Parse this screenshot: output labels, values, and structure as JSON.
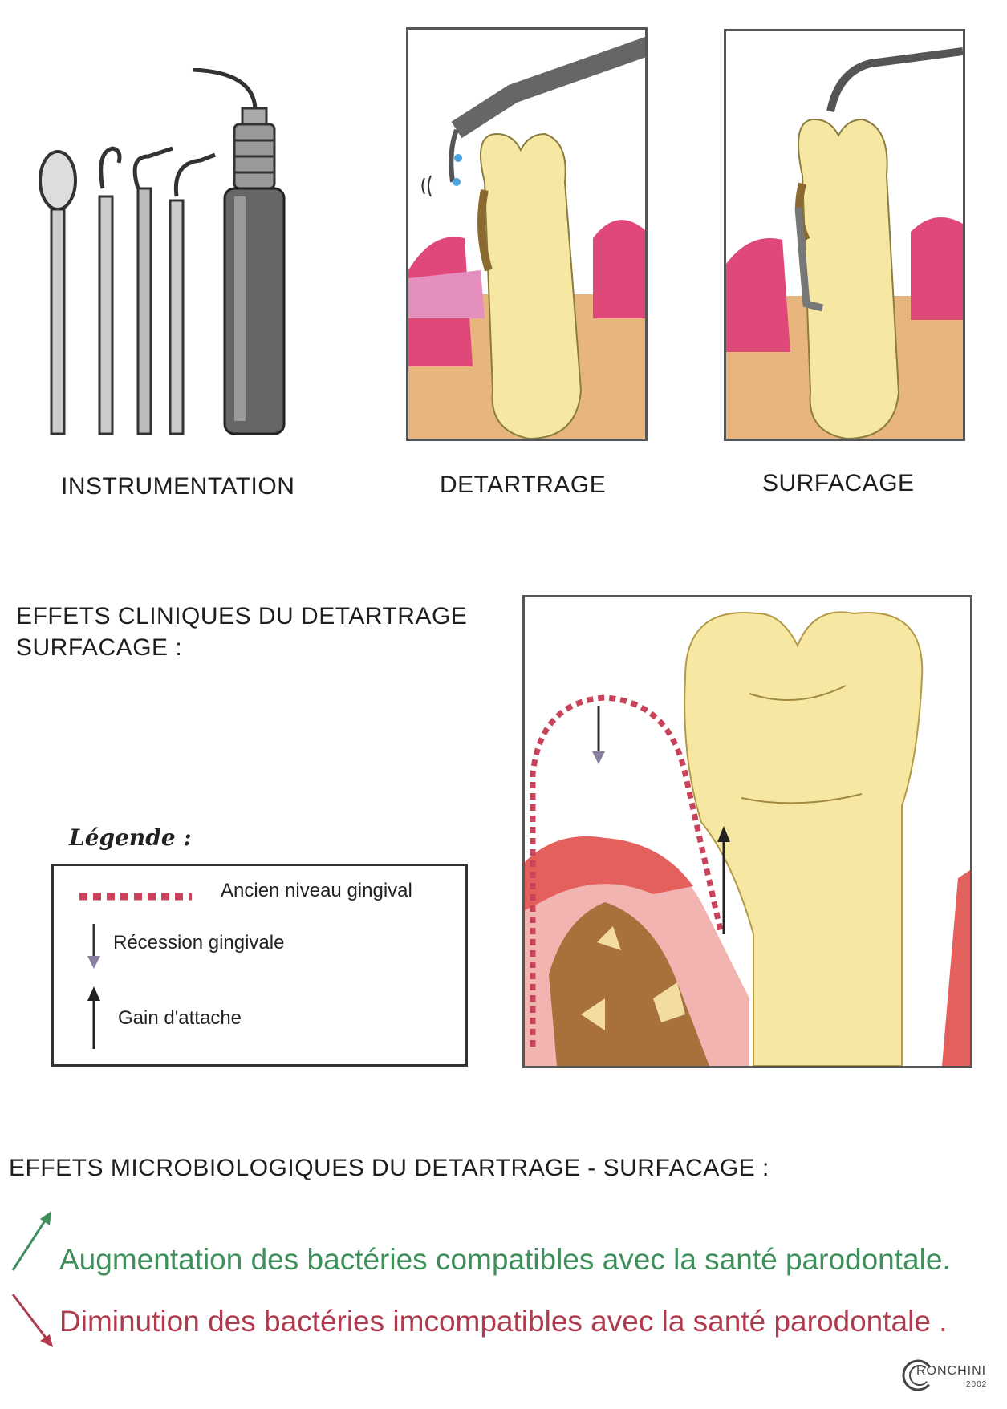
{
  "panels": {
    "instrumentation": "INSTRUMENTATION",
    "detartrage": "DETARTRAGE",
    "surfacage": "SURFACAGE"
  },
  "clinical": {
    "title_line1": "EFFETS CLINIQUES DU DETARTRAGE",
    "title_line2": "SURFACAGE :"
  },
  "legend": {
    "title": "Légende :",
    "items": [
      {
        "label": "Ancien niveau gingival",
        "icon": "dotted-line-icon"
      },
      {
        "label": "Récession gingivale",
        "icon": "down-arrow-icon"
      },
      {
        "label": "Gain d'attache",
        "icon": "up-arrow-icon"
      }
    ]
  },
  "micro": {
    "title": "EFFETS MICROBIOLOGIQUES  DU DETARTRAGE - SURFACAGE :",
    "increase": "Augmentation des bactéries compatibles avec la santé parodontale.",
    "decrease": "Diminution des bactéries imcompatibles avec la santé parodontale ."
  },
  "logo": {
    "name": "RONCHINI",
    "year": "2002"
  },
  "colors": {
    "green": "#3f8f5a",
    "red": "#b03a4e",
    "tooth": "#f6e7a2",
    "gum": "#e0487a",
    "bone": "#e9b57f",
    "dotted": "#c8435a"
  }
}
